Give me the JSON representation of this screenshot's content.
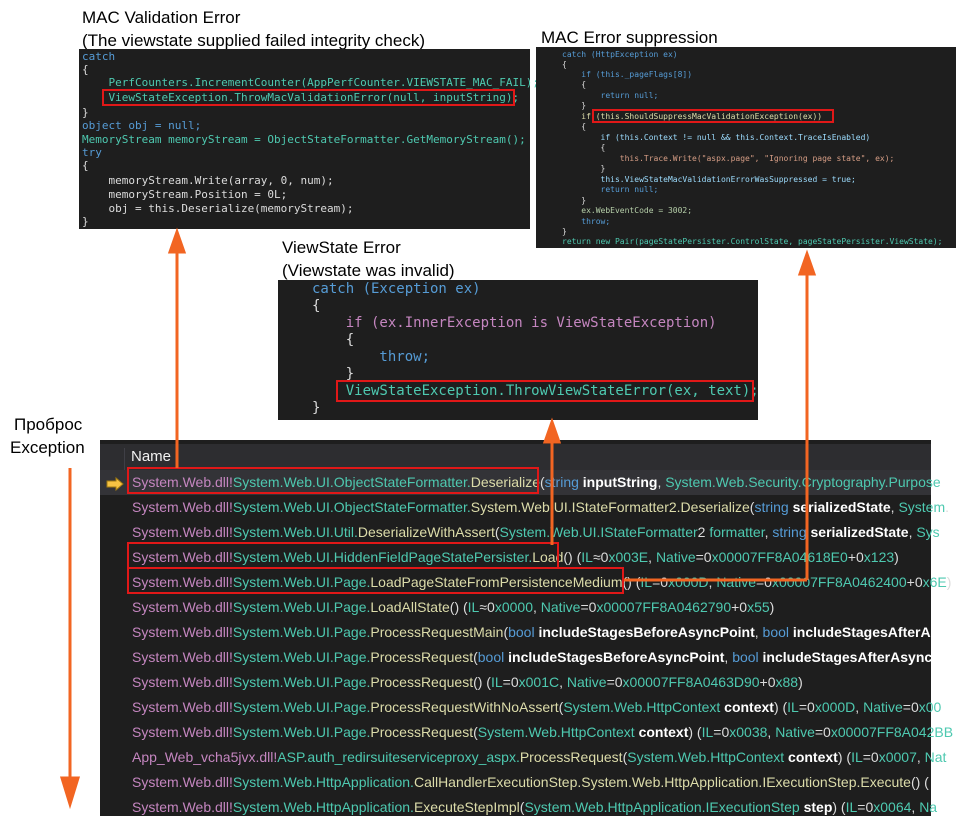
{
  "captions": {
    "mac_validation_title": "MAC Validation Error",
    "mac_validation_sub": "(The viewstate supplied failed integrity check)",
    "mac_suppression_title": "MAC Error suppression",
    "viewstate_title": "ViewState Error",
    "viewstate_sub": "(Viewstate was invalid)",
    "exception_flow_line1": "Проброс",
    "exception_flow_line2": "Exception"
  },
  "call_stack": {
    "header": "Name",
    "frames": [
      {
        "mod": "System.Web.dll!",
        "ns": "System.Web.UI.",
        "cls": "ObjectStateFormatter.",
        "mt": "Deserialize",
        "args": "(string inputString, System.Web.Security.Cryptography.Purpose"
      },
      {
        "mod": "System.Web.dll!",
        "ns": "System.Web.UI.",
        "cls": "ObjectStateFormatter.",
        "mt": "System.Web.UI.IStateFormatter2.Deserialize",
        "args": "(string serializedState, System."
      },
      {
        "mod": "System.Web.dll!",
        "ns": "System.Web.UI.",
        "cls": "Util.",
        "mt": "DeserializeWithAssert",
        "args": "(System.Web.UI.IStateFormatter2 formatter, string serializedState, Sys"
      },
      {
        "mod": "System.Web.dll!",
        "ns": "System.Web.UI.",
        "cls": "HiddenFieldPageStatePersister.",
        "mt": "Load",
        "args": "() (IL≈0x003E, Native=0x00007FF8A04618E0+0x123)"
      },
      {
        "mod": "System.Web.dll!",
        "ns": "System.Web.UI.",
        "cls": "Page.",
        "mt": "LoadPageStateFromPersistenceMedium",
        "args": "() (IL=0x000D, Native=0x00007FF8A0462400+0x6E)"
      },
      {
        "mod": "System.Web.dll!",
        "ns": "System.Web.UI.",
        "cls": "Page.",
        "mt": "LoadAllState",
        "args": "() (IL≈0x0000, Native=0x00007FF8A0462790+0x55)"
      },
      {
        "mod": "System.Web.dll!",
        "ns": "System.Web.UI.",
        "cls": "Page.",
        "mt": "ProcessRequestMain",
        "args": "(bool includeStagesBeforeAsyncPoint, bool includeStagesAfterAsyn"
      },
      {
        "mod": "System.Web.dll!",
        "ns": "System.Web.UI.",
        "cls": "Page.",
        "mt": "ProcessRequest",
        "args": "(bool includeStagesBeforeAsyncPoint, bool includeStagesAfterAsyncPoi"
      },
      {
        "mod": "System.Web.dll!",
        "ns": "System.Web.UI.",
        "cls": "Page.",
        "mt": "ProcessRequest",
        "args": "() (IL=0x001C, Native=0x00007FF8A0463D90+0x88)"
      },
      {
        "mod": "System.Web.dll!",
        "ns": "System.Web.UI.",
        "cls": "Page.",
        "mt": "ProcessRequestWithNoAssert",
        "args": "(System.Web.HttpContext context) (IL=0x000D, Native=0x00"
      },
      {
        "mod": "System.Web.dll!",
        "ns": "System.Web.UI.",
        "cls": "Page.",
        "mt": "ProcessRequest",
        "args": "(System.Web.HttpContext context) (IL=0x0038, Native=0x00007FF8A042BB"
      },
      {
        "mod": "App_Web_vcha5jvx.dll!",
        "ns": "ASP.",
        "cls": "auth_redirsuiteserviceproxy_aspx.",
        "mt": "ProcessRequest",
        "args": "(System.Web.HttpContext context) (IL=0x0007, Nat"
      },
      {
        "mod": "System.Web.dll!",
        "ns": "System.Web.",
        "cls": "HttpApplication.",
        "mt": "CallHandlerExecutionStep.System.Web.HttpApplication.IExecutionStep.Execute",
        "args": "() ("
      },
      {
        "mod": "System.Web.dll!",
        "ns": "System.Web.",
        "cls": "HttpApplication.",
        "mt": "ExecuteStepImpl",
        "args": "(System.Web.HttpApplication.IExecutionStep step) (IL=0x0064, Na"
      }
    ]
  },
  "code_mac_validation": [
    "catch",
    "{",
    "    PerfCounters.IncrementCounter(AppPerfCounter.VIEWSTATE_MAC_FAIL);",
    "    ViewStateException.ThrowMacValidationError(null, inputString);",
    "}",
    "object obj = null;",
    "MemoryStream memoryStream = ObjectStateFormatter.GetMemoryStream();",
    "try",
    "{",
    "    memoryStream.Write(array, 0, num);",
    "    memoryStream.Position = 0L;",
    "    obj = this.Deserialize(memoryStream);",
    "}"
  ],
  "code_mac_suppression": [
    "catch (HttpException ex)",
    "{",
    "    if (this._pageFlags[8])",
    "    {",
    "        return null;",
    "    }",
    "    if (this.ShouldSuppressMacValidationException(ex))",
    "    {",
    "        if (this.Context != null && this.Context.TraceIsEnabled)",
    "        {",
    "            this.Trace.Write(\"aspx.page\", \"Ignoring page state\", ex);",
    "        }",
    "        this.ViewStateMacValidationErrorWasSuppressed = true;",
    "        return null;",
    "    }",
    "    ex.WebEventCode = 3002;",
    "    throw;",
    "}",
    "return new Pair(pageStatePersister.ControlState, pageStatePersister.ViewState);"
  ],
  "code_viewstate": [
    "catch (Exception ex)",
    "{",
    "    if (ex.InnerException is ViewStateException)",
    "    {",
    "        throw;",
    "    }",
    "    ViewStateException.ThrowViewStateError(ex, text);",
    "}"
  ],
  "colors": {
    "arrow": "#f26522",
    "highlight": "#e01818",
    "code_bg": "#1e1e1e"
  }
}
